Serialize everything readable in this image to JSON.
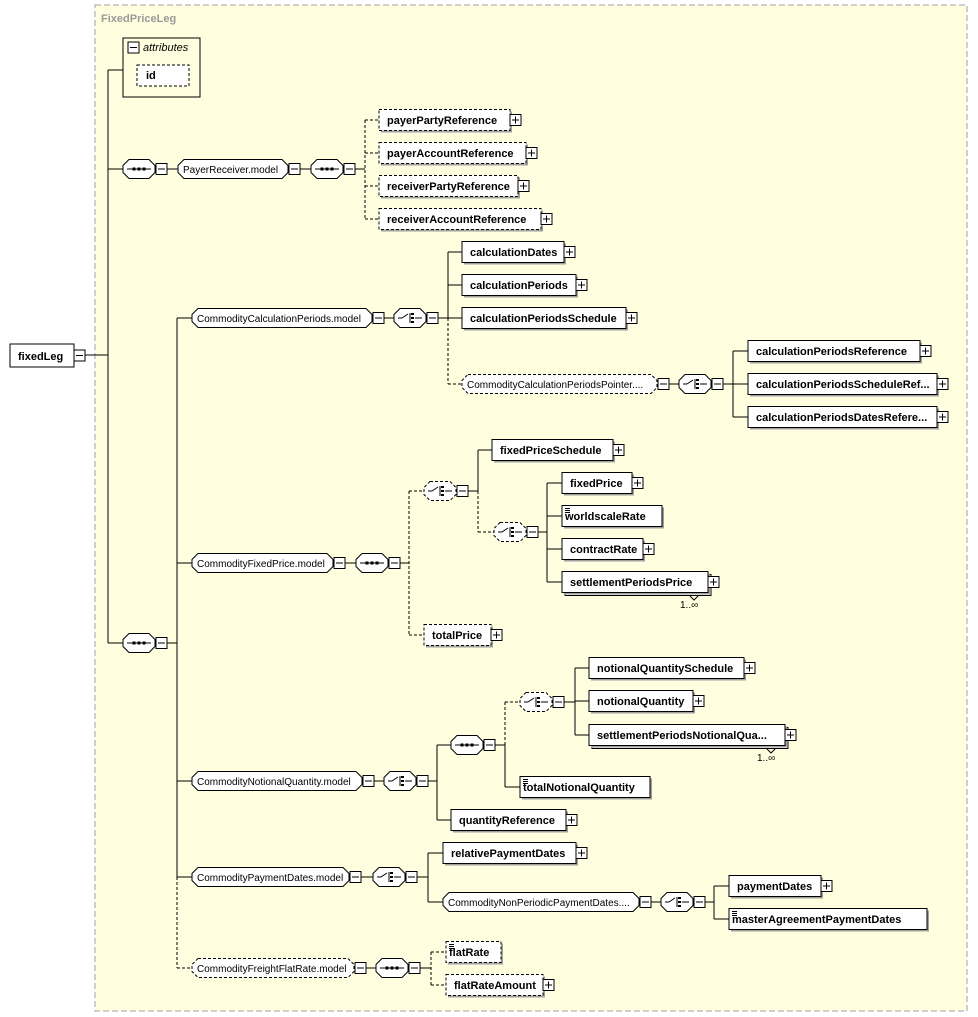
{
  "title": "FixedPriceLeg",
  "attributes": {
    "title": "attributes",
    "items": [
      "id"
    ]
  },
  "root": "fixedLeg",
  "payer_receiver": {
    "group": "PayerReceiver.model",
    "children": [
      "payerPartyReference",
      "payerAccountReference",
      "receiverPartyReference",
      "receiverAccountReference"
    ]
  },
  "calc_periods": {
    "group": "CommodityCalculationPeriods.model",
    "children": [
      "calculationDates",
      "calculationPeriods",
      "calculationPeriodsSchedule"
    ],
    "pointer_group": "CommodityCalculationPeriodsPointer....",
    "pointer_children": [
      "calculationPeriodsReference",
      "calculationPeriodsScheduleRef...",
      "calculationPeriodsDatesRefere..."
    ]
  },
  "fixed_price": {
    "group": "CommodityFixedPrice.model",
    "schedule": "fixedPriceSchedule",
    "choice_children": [
      "fixedPrice",
      "worldscaleRate",
      "contractRate",
      "settlementPeriodsPrice"
    ],
    "total": "totalPrice",
    "cardinality": "1..∞"
  },
  "notional": {
    "group": "CommodityNotionalQuantity.model",
    "choice_children": [
      "notionalQuantitySchedule",
      "notionalQuantity",
      "settlementPeriodsNotionalQua..."
    ],
    "total": "totalNotionalQuantity",
    "reference": "quantityReference",
    "cardinality": "1..∞"
  },
  "payment_dates": {
    "group": "CommodityPaymentDates.model",
    "relative": "relativePaymentDates",
    "non_periodic_group": "CommodityNonPeriodicPaymentDates....",
    "non_periodic_children": [
      "paymentDates",
      "masterAgreementPaymentDates"
    ]
  },
  "freight": {
    "group": "CommodityFreightFlatRate.model",
    "children": [
      "flatRate",
      "flatRateAmount"
    ]
  },
  "colors": {
    "background": "#ffffe0",
    "frame": "#a0a0a0"
  }
}
